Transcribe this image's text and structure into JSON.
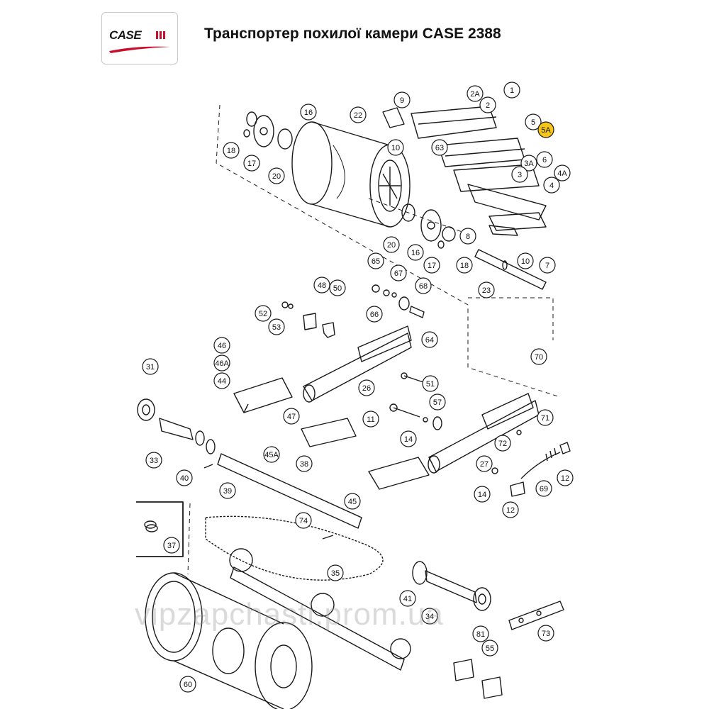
{
  "header": {
    "logo_text": "CASE",
    "title": "Транспортер похилої камери CASE 2388"
  },
  "watermark": "vipzapchasti.prom.ua",
  "callouts": [
    {
      "id": "c1",
      "text": "1"
    },
    {
      "id": "c2a",
      "text": "2A"
    },
    {
      "id": "c2",
      "text": "2"
    },
    {
      "id": "c5",
      "text": "5"
    },
    {
      "id": "c5a",
      "text": "5A"
    },
    {
      "id": "c9",
      "text": "9"
    },
    {
      "id": "c16a",
      "text": "16"
    },
    {
      "id": "c22",
      "text": "22"
    },
    {
      "id": "c18a",
      "text": "18"
    },
    {
      "id": "c17a",
      "text": "17"
    },
    {
      "id": "c20a",
      "text": "20"
    },
    {
      "id": "c10a",
      "text": "10"
    },
    {
      "id": "c63",
      "text": "63"
    },
    {
      "id": "c3a",
      "text": "3A"
    },
    {
      "id": "c6",
      "text": "6"
    },
    {
      "id": "c3",
      "text": "3"
    },
    {
      "id": "c4a",
      "text": "4A"
    },
    {
      "id": "c4",
      "text": "4"
    },
    {
      "id": "c20b",
      "text": "20"
    },
    {
      "id": "c16b",
      "text": "16"
    },
    {
      "id": "c8",
      "text": "8"
    },
    {
      "id": "c17b",
      "text": "17"
    },
    {
      "id": "c18b",
      "text": "18"
    },
    {
      "id": "c10b",
      "text": "10"
    },
    {
      "id": "c7",
      "text": "7"
    },
    {
      "id": "c65",
      "text": "65"
    },
    {
      "id": "c67",
      "text": "67"
    },
    {
      "id": "c68",
      "text": "68"
    },
    {
      "id": "c66",
      "text": "66"
    },
    {
      "id": "c48",
      "text": "48"
    },
    {
      "id": "c50",
      "text": "50"
    },
    {
      "id": "c52",
      "text": "52"
    },
    {
      "id": "c53",
      "text": "53"
    },
    {
      "id": "c23",
      "text": "23"
    },
    {
      "id": "c64",
      "text": "64"
    },
    {
      "id": "c46",
      "text": "46"
    },
    {
      "id": "c46a",
      "text": "46A"
    },
    {
      "id": "c44",
      "text": "44"
    },
    {
      "id": "c26",
      "text": "26"
    },
    {
      "id": "c51",
      "text": "51"
    },
    {
      "id": "c70",
      "text": "70"
    },
    {
      "id": "c31",
      "text": "31"
    },
    {
      "id": "c47",
      "text": "47"
    },
    {
      "id": "c57",
      "text": "57"
    },
    {
      "id": "c11",
      "text": "11"
    },
    {
      "id": "c71",
      "text": "71"
    },
    {
      "id": "c14a",
      "text": "14"
    },
    {
      "id": "c72",
      "text": "72"
    },
    {
      "id": "c33",
      "text": "33"
    },
    {
      "id": "c45a",
      "text": "45A"
    },
    {
      "id": "c40",
      "text": "40"
    },
    {
      "id": "c38",
      "text": "38"
    },
    {
      "id": "c27",
      "text": "27"
    },
    {
      "id": "c12a",
      "text": "12"
    },
    {
      "id": "c39",
      "text": "39"
    },
    {
      "id": "c45",
      "text": "45"
    },
    {
      "id": "c14b",
      "text": "14"
    },
    {
      "id": "c69",
      "text": "69"
    },
    {
      "id": "c12b",
      "text": "12"
    },
    {
      "id": "c74",
      "text": "74"
    },
    {
      "id": "c37",
      "text": "37"
    },
    {
      "id": "c35",
      "text": "35"
    },
    {
      "id": "c41",
      "text": "41"
    },
    {
      "id": "c34",
      "text": "34"
    },
    {
      "id": "c81",
      "text": "81"
    },
    {
      "id": "c73",
      "text": "73"
    },
    {
      "id": "c55",
      "text": "55"
    },
    {
      "id": "c60",
      "text": "60"
    }
  ],
  "colors": {
    "highlight": "#f5c518",
    "line": "#1a1a1a",
    "brand_red": "#c8102e"
  }
}
